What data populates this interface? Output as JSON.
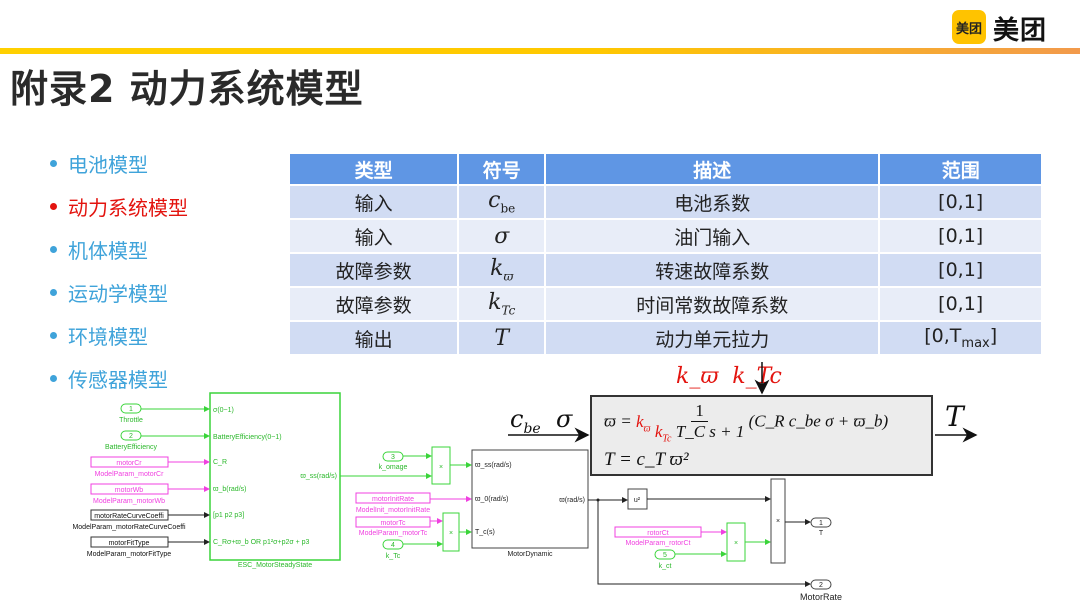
{
  "header": {
    "logo_badge": "美团",
    "logo_text": "美团",
    "title": "附录2 动力系统模型",
    "accent_colors": [
      "#ffd000",
      "#f29a4c"
    ]
  },
  "sidebar": {
    "items": [
      {
        "label": "电池模型",
        "active": false
      },
      {
        "label": "动力系统模型",
        "active": true
      },
      {
        "label": "机体模型",
        "active": false
      },
      {
        "label": "运动学模型",
        "active": false
      },
      {
        "label": "环境模型",
        "active": false
      },
      {
        "label": "传感器模型",
        "active": false
      }
    ]
  },
  "table": {
    "headers": [
      "类型",
      "符号",
      "描述",
      "范围"
    ],
    "rows": [
      {
        "type": "输入",
        "symbol": "c",
        "sub": "be",
        "desc": "电池系数",
        "range": "[0,1]"
      },
      {
        "type": "输入",
        "symbol": "σ",
        "sub": "",
        "desc": "油门输入",
        "range": "[0,1]"
      },
      {
        "type": "故障参数",
        "symbol": "k",
        "sub": "ϖ",
        "desc": "转速故障系数",
        "range": "[0,1]"
      },
      {
        "type": "故障参数",
        "symbol": "k",
        "sub": "Tc",
        "desc": "时间常数故障系数",
        "range": "[0,1]"
      },
      {
        "type": "输出",
        "symbol": "T",
        "sub": "",
        "desc": "动力单元拉力",
        "range": "[0,T",
        "range_sub": "max",
        "range_end": "]"
      }
    ]
  },
  "equation": {
    "fault_inputs": "k_ϖ  k_Tc",
    "fault_k1": "k",
    "fault_k1_sub": "ϖ",
    "fault_k2": "k",
    "fault_k2_sub": "Tc",
    "inputs_c": "c",
    "inputs_c_sub": "be",
    "inputs_sigma": "σ",
    "output": "T",
    "eq1_lhs": "ϖ =",
    "eq1_k": "k",
    "eq1_k_sub": "ϖ",
    "eq1_num": "1",
    "eq1_den_k": "k",
    "eq1_den_k_sub": "Tc",
    "eq1_den_rest": "T_C s + 1",
    "eq1_rhs": "(C_R c_be σ + ϖ_b)",
    "eq2": "T = c_T ϖ²"
  },
  "simulink": {
    "inports": [
      {
        "num": "1",
        "label": "Throttle"
      },
      {
        "num": "2",
        "label": "BatteryEfficiency"
      },
      {
        "num": "3",
        "label": "k_omage"
      },
      {
        "num": "4",
        "label": "k_Tc"
      },
      {
        "num": "5",
        "label": "k_ct"
      }
    ],
    "params": [
      {
        "name": "motorCr",
        "label": "ModelParam_motorCr"
      },
      {
        "name": "motorWb",
        "label": "ModelParam_motorWb"
      },
      {
        "name": "motorRateCurveCoeffi",
        "label": "ModelParam_motorRateCurveCoeffi"
      },
      {
        "name": "motorFitType",
        "label": "ModelParam_motorFitType"
      },
      {
        "name": "motorInitRate",
        "label": "ModelInit_motorInitRate"
      },
      {
        "name": "motorTc",
        "label": "ModelParam_motorTc"
      },
      {
        "name": "rotorCt",
        "label": "ModelParam_rotorCt"
      }
    ],
    "esc_block": {
      "name": "ESC_MotorSteadyState",
      "ports": [
        "σ(0~1)",
        "BatteryEfficiency(0~1)",
        "C_R",
        "ϖ_b(rad/s)",
        "[p1 p2 p3]",
        "C_Rσ+ϖ_b OR p1²σ+p2σ + p3"
      ],
      "output": "ϖ_ss(rad/s)"
    },
    "motor_block": {
      "name": "MotorDynamic",
      "ports": [
        "ϖ_ss(rad/s)",
        "ϖ_0(rad/s)",
        "T_c(s)"
      ],
      "output": "ϖ(rad/s)"
    },
    "product_symbol": "×",
    "square_block": "u²",
    "outports": [
      {
        "num": "1",
        "label": "T"
      },
      {
        "num": "2",
        "label": "MotorRate"
      }
    ]
  }
}
